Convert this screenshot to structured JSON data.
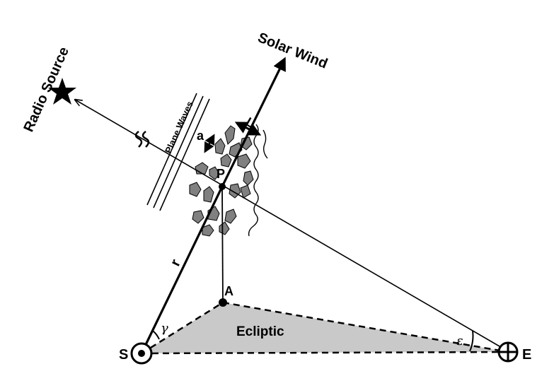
{
  "labels": {
    "solar_wind": "Solar Wind",
    "radio_source": "Radio Source",
    "plane_waves": "Plane Waves",
    "point_p": "P",
    "distance_r": "r",
    "scale_a": "a",
    "scale_l": "L",
    "point_a": "A",
    "ecliptic": "Ecliptic",
    "sun_s": "S",
    "earth_e": "E",
    "angle_gamma": "γ",
    "angle_epsilon": "ε"
  },
  "colors": {
    "ecliptic_fill": "#c9c9c9",
    "turbulence_fill": "#808080",
    "ink": "#000000"
  },
  "icons": {
    "sun": "circled-dot",
    "earth": "circled-plus",
    "radio_source": "star",
    "break": "wavy-break"
  }
}
